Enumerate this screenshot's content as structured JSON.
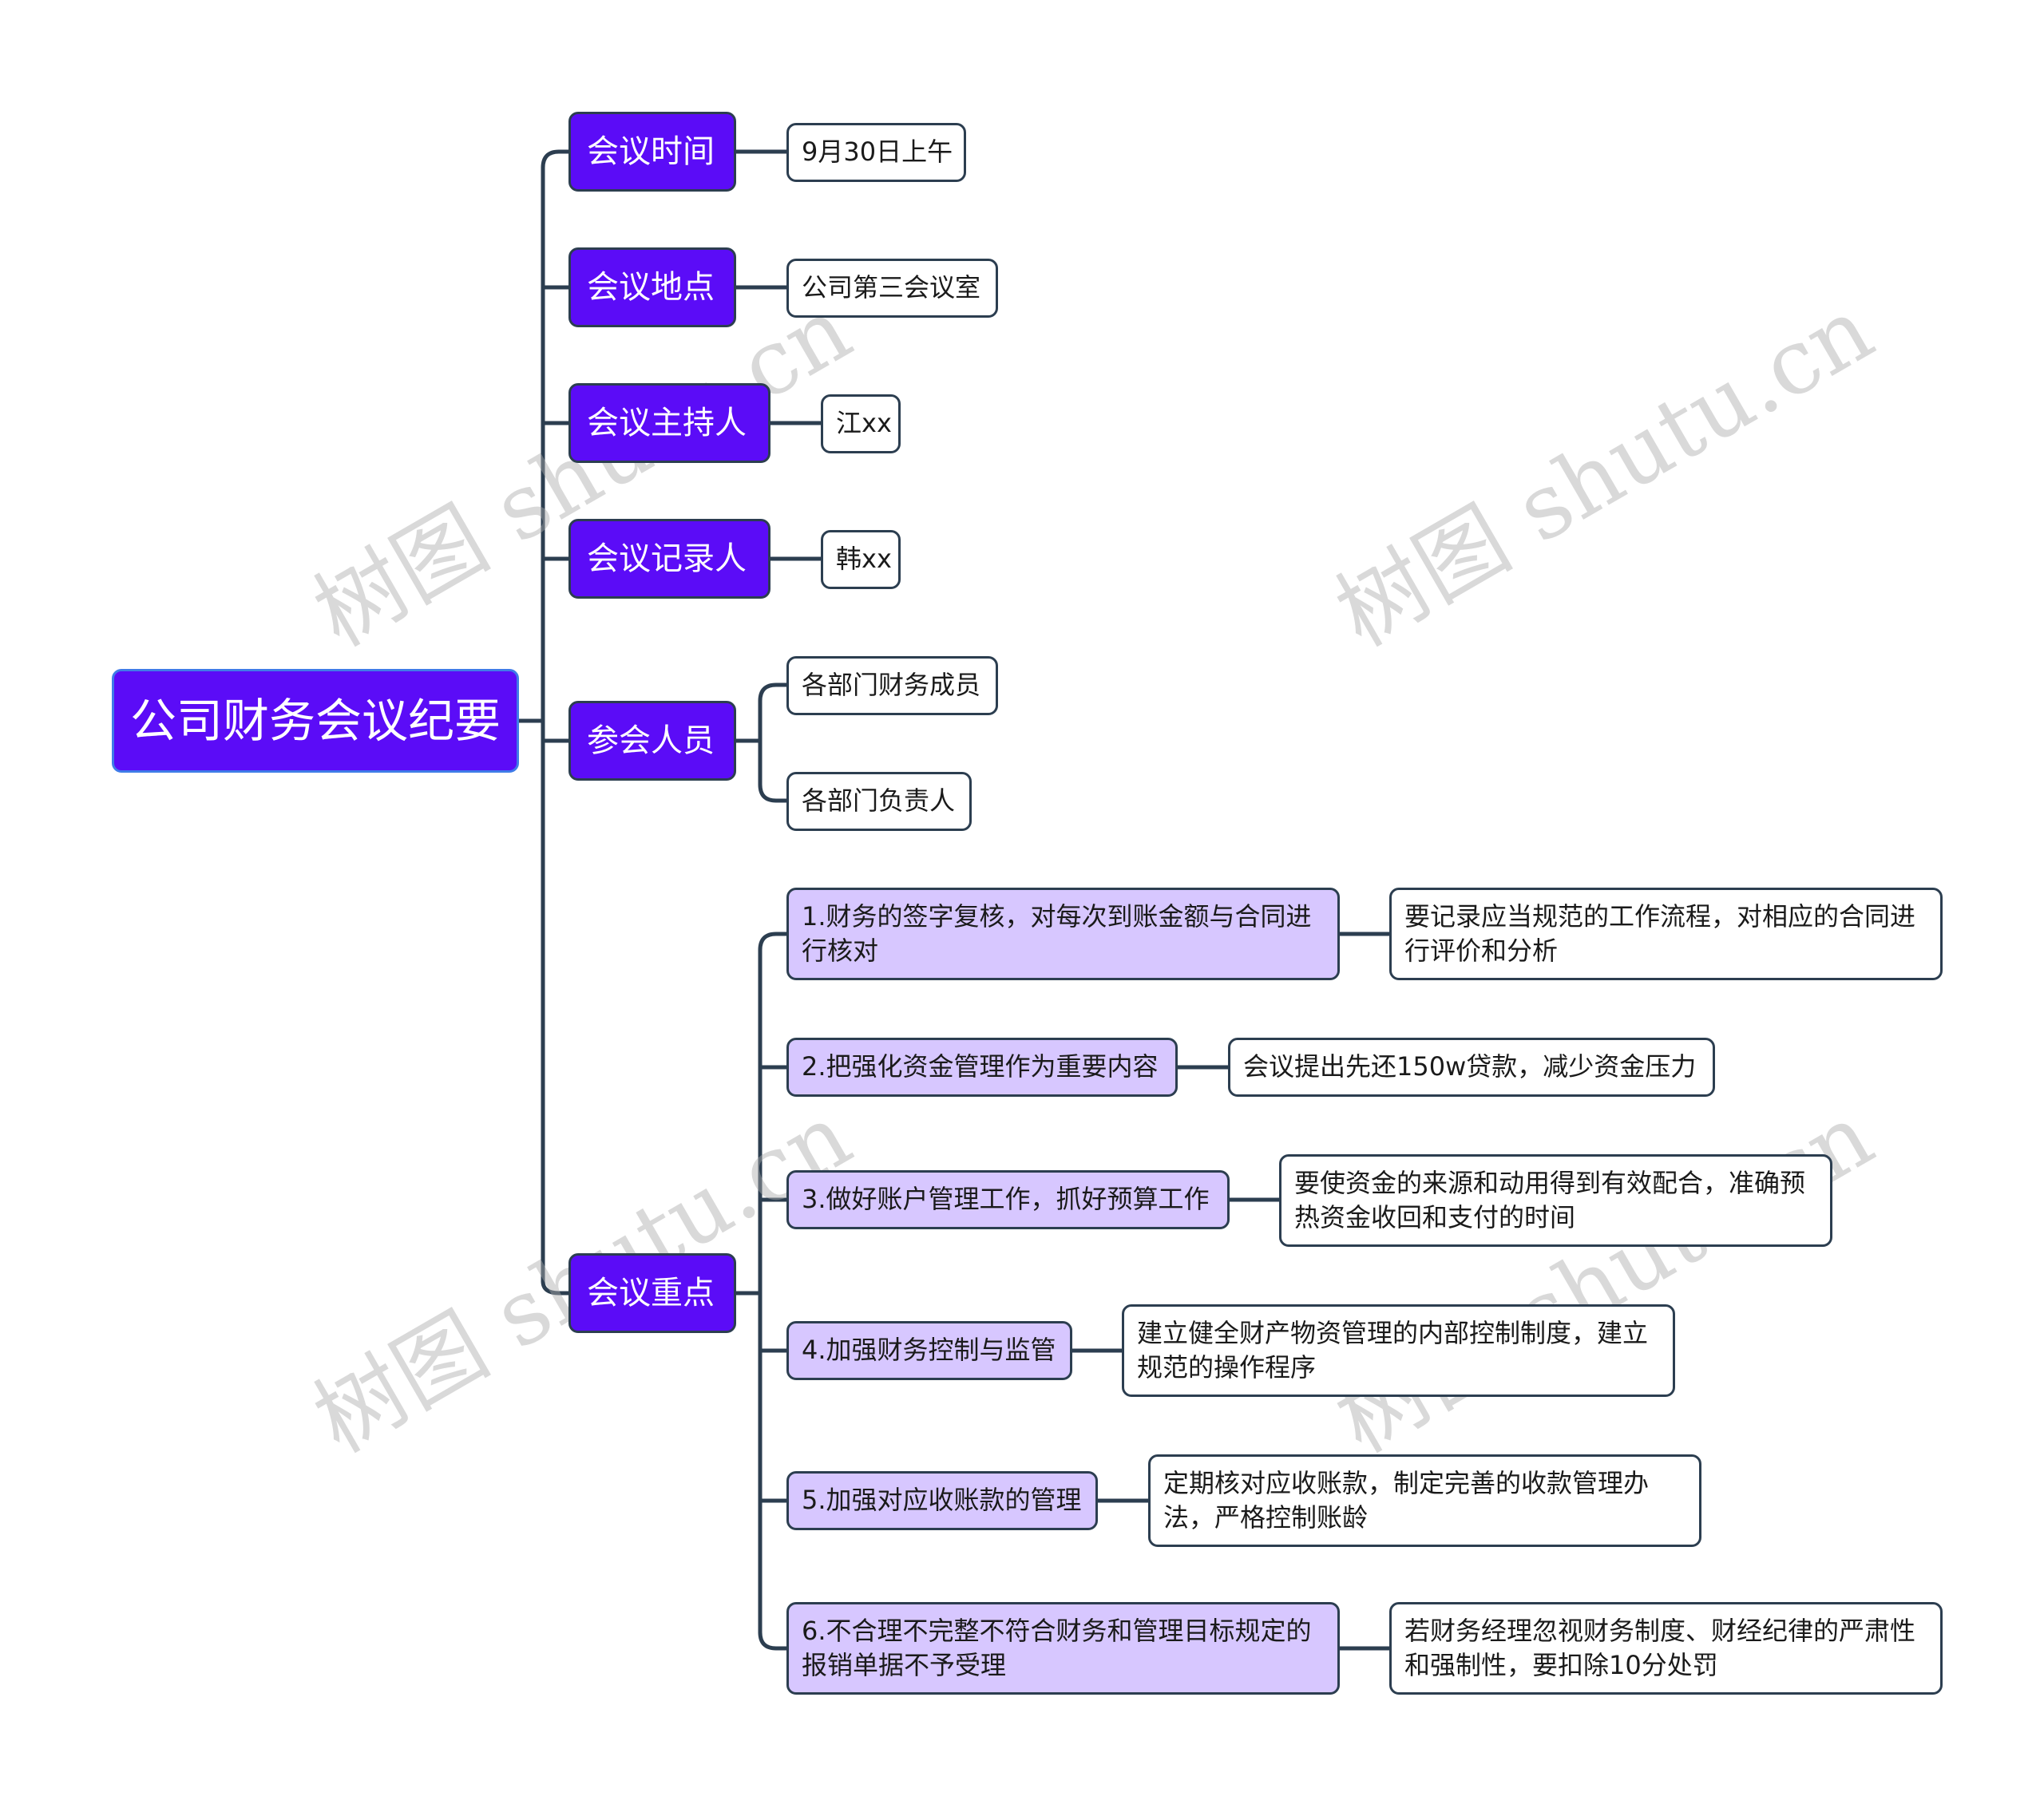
{
  "root": {
    "label": "公司财务会议纪要"
  },
  "branches": {
    "time": {
      "label": "会议时间",
      "value": "9月30日上午"
    },
    "place": {
      "label": "会议地点",
      "value": "公司第三会议室"
    },
    "host": {
      "label": "会议主持人",
      "value": "江xx"
    },
    "recorder": {
      "label": "会议记录人",
      "value": "韩xx"
    },
    "attendees": {
      "label": "参会人员",
      "items": [
        "各部门财务成员",
        "各部门负责人"
      ]
    },
    "keypoints": {
      "label": "会议重点",
      "items": [
        {
          "point": "1.财务的签字复核，对每次到账金额与合同进行核对",
          "detail": "要记录应当规范的工作流程，对相应的合同进行评价和分析"
        },
        {
          "point": "2.把强化资金管理作为重要内容",
          "detail": "会议提出先还150w贷款，减少资金压力"
        },
        {
          "point": "3.做好账户管理工作，抓好预算工作",
          "detail": "要使资金的来源和动用得到有效配合，准确预热资金收回和支付的时间"
        },
        {
          "point": "4.加强财务控制与监管",
          "detail": "建立健全财产物资管理的内部控制制度，建立规范的操作程序"
        },
        {
          "point": "5.加强对应收账款的管理",
          "detail": "定期核对应收账款，制定完善的收款管理办法，严格控制账龄"
        },
        {
          "point": "6.不合理不完整不符合财务和管理目标规定的报销单据不予受理",
          "detail": "若财务经理忽视财务制度、财经纪律的严肃性和强制性，要扣除10分处罚"
        }
      ]
    }
  },
  "watermark": {
    "text": "树图 shutu.cn"
  },
  "colors": {
    "branch_fill": "#5b0cf7",
    "point_fill": "#d7c7ff",
    "leaf_fill": "#ffffff",
    "line": "#2c3e50",
    "root_border": "#3f7ce8"
  }
}
